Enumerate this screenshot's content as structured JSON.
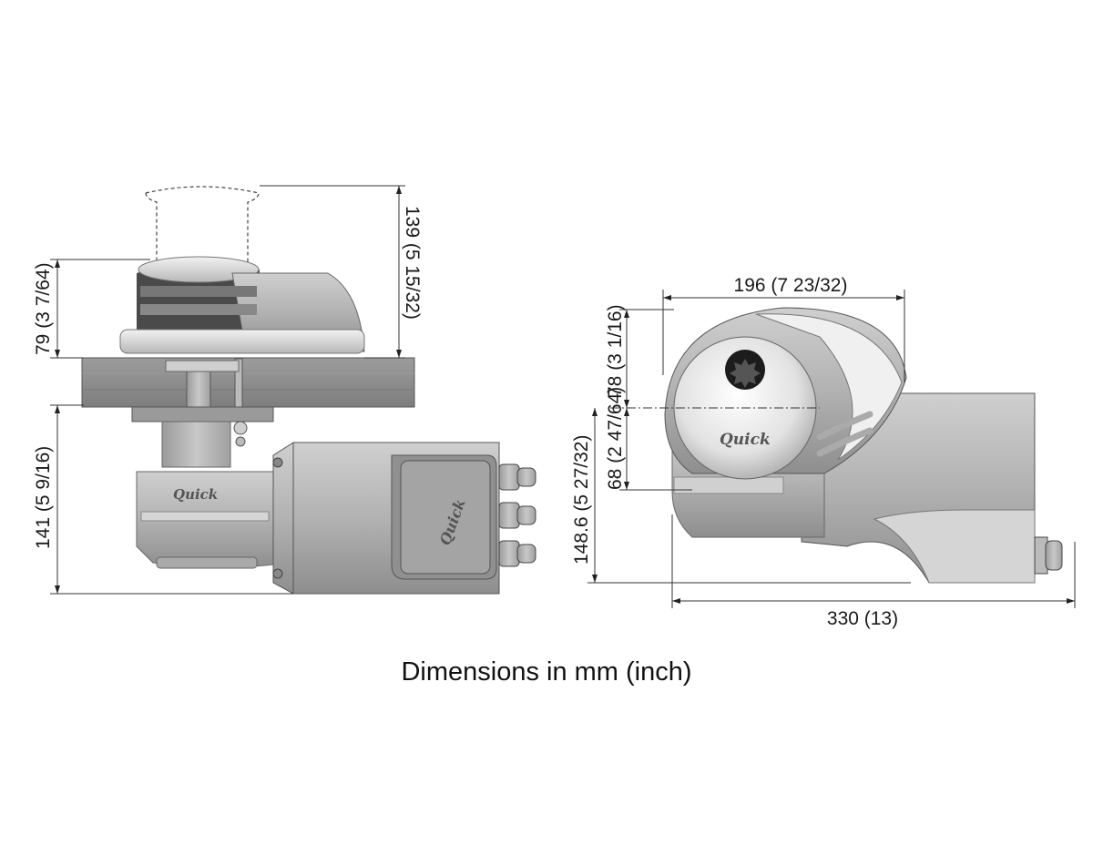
{
  "caption": "Dimensions in mm (inch)",
  "brand_logo": "Quick",
  "dimensions": {
    "side_top_height": "139 (5 15/32)",
    "side_upper_height": "79 (3 7/64)",
    "side_lower_height": "141 (5 9/16)",
    "front_width": "196 (7 23/32)",
    "front_upper_height": "78 (3 1/16)",
    "front_mid_height": "68 (2 47/64)",
    "front_lower_height": "148.6 (5 27/32)",
    "front_length": "330 (13)"
  },
  "colors": {
    "body": "#b9b9b9",
    "body_dark": "#8c8c8c",
    "deck": "#8a8a8a",
    "chrome": "#e6e6e6"
  }
}
